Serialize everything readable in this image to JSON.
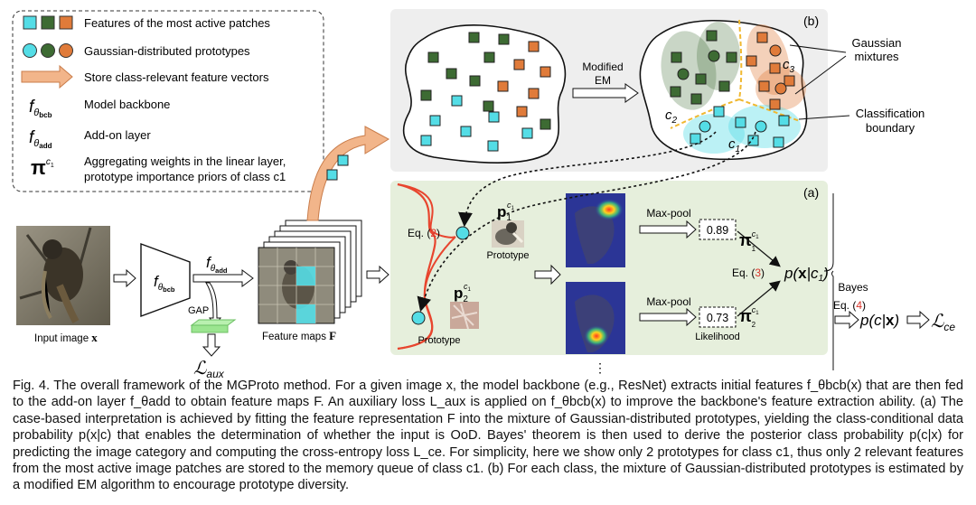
{
  "legend": {
    "patch_features": "Features of the most active patches",
    "gaussian_prototypes": "Gaussian-distributed prototypes",
    "store_vectors": "Store class-relevant feature vectors",
    "backbone_symbol": "f_θbcb",
    "backbone": "Model backbone",
    "addon_symbol": "f_θadd",
    "addon": "Add-on layer",
    "pi_symbol": "π^c1",
    "pi_line1": "Aggregating weights in the linear layer,",
    "pi_line2": "prototype importance priors of class c1"
  },
  "panel_b": {
    "tag": "(b)",
    "modified_em_line1": "Modified",
    "modified_em_line2": "EM",
    "gaussian_mixtures_line1": "Gaussian",
    "gaussian_mixtures_line2": "mixtures",
    "classification_line1": "Classification",
    "classification_line2": "boundary",
    "c1": "c1",
    "c2": "c2",
    "c3": "c3"
  },
  "panel_a": {
    "tag": "(a)",
    "eq2": "Eq. (2)",
    "eq2_num": "2",
    "prototype_top": "Prototype",
    "prototype_bottom": "Prototype",
    "p1": "p1^c1",
    "p2": "p2^c1",
    "maxpool_top": "Max-pool",
    "maxpool_bottom": "Max-pool",
    "value_top": "0.89",
    "value_bottom": "0.73",
    "likelihood": "Likelihood",
    "eq3": "Eq. (3)",
    "pxc": "p(x|c1)",
    "ellipsis": "⋮"
  },
  "pipeline": {
    "input_label": "Input image x",
    "backbone": "f_θbcb",
    "addon": "f_θadd",
    "gap": "GAP",
    "aux_loss": "L_aux",
    "feature_maps": "Feature maps F",
    "bayes": "Bayes",
    "eq4": "Eq. (4)",
    "pcx": "p(c|x)",
    "lce": "L_ce"
  },
  "caption": "Fig. 4. The overall framework of the MGProto method. For a given image x, the model backbone (e.g., ResNet) extracts initial features f_θbcb(x) that are then fed to the add-on layer f_θadd to obtain feature maps F. An auxiliary loss L_aux is applied on f_θbcb(x) to improve the backbone's feature extraction ability. (a) The case-based interpretation is achieved by fitting the feature representation F into the mixture of Gaussian-distributed prototypes, yielding the class-conditional data probability p(x|c) that enables the determination of whether the input is OoD. Bayes' theorem is then used to derive the posterior class probability p(c|x) for predicting the image category and computing the cross-entropy loss L_ce. For simplicity, here we show only 2 prototypes for class c1, thus only 2 relevant features from the most active image patches are stored to the memory queue of class c1. (b) For each class, the mixture of Gaussian-distributed prototypes is estimated by a modified EM algorithm to encourage prototype diversity.",
  "colors": {
    "cyan": "#54dde6",
    "green": "#3d6b33",
    "orange": "#e07b3a",
    "panel_a_bg": "#e6efdc",
    "panel_b_bg": "#eeeeee",
    "red_ref": "#d9342b"
  }
}
